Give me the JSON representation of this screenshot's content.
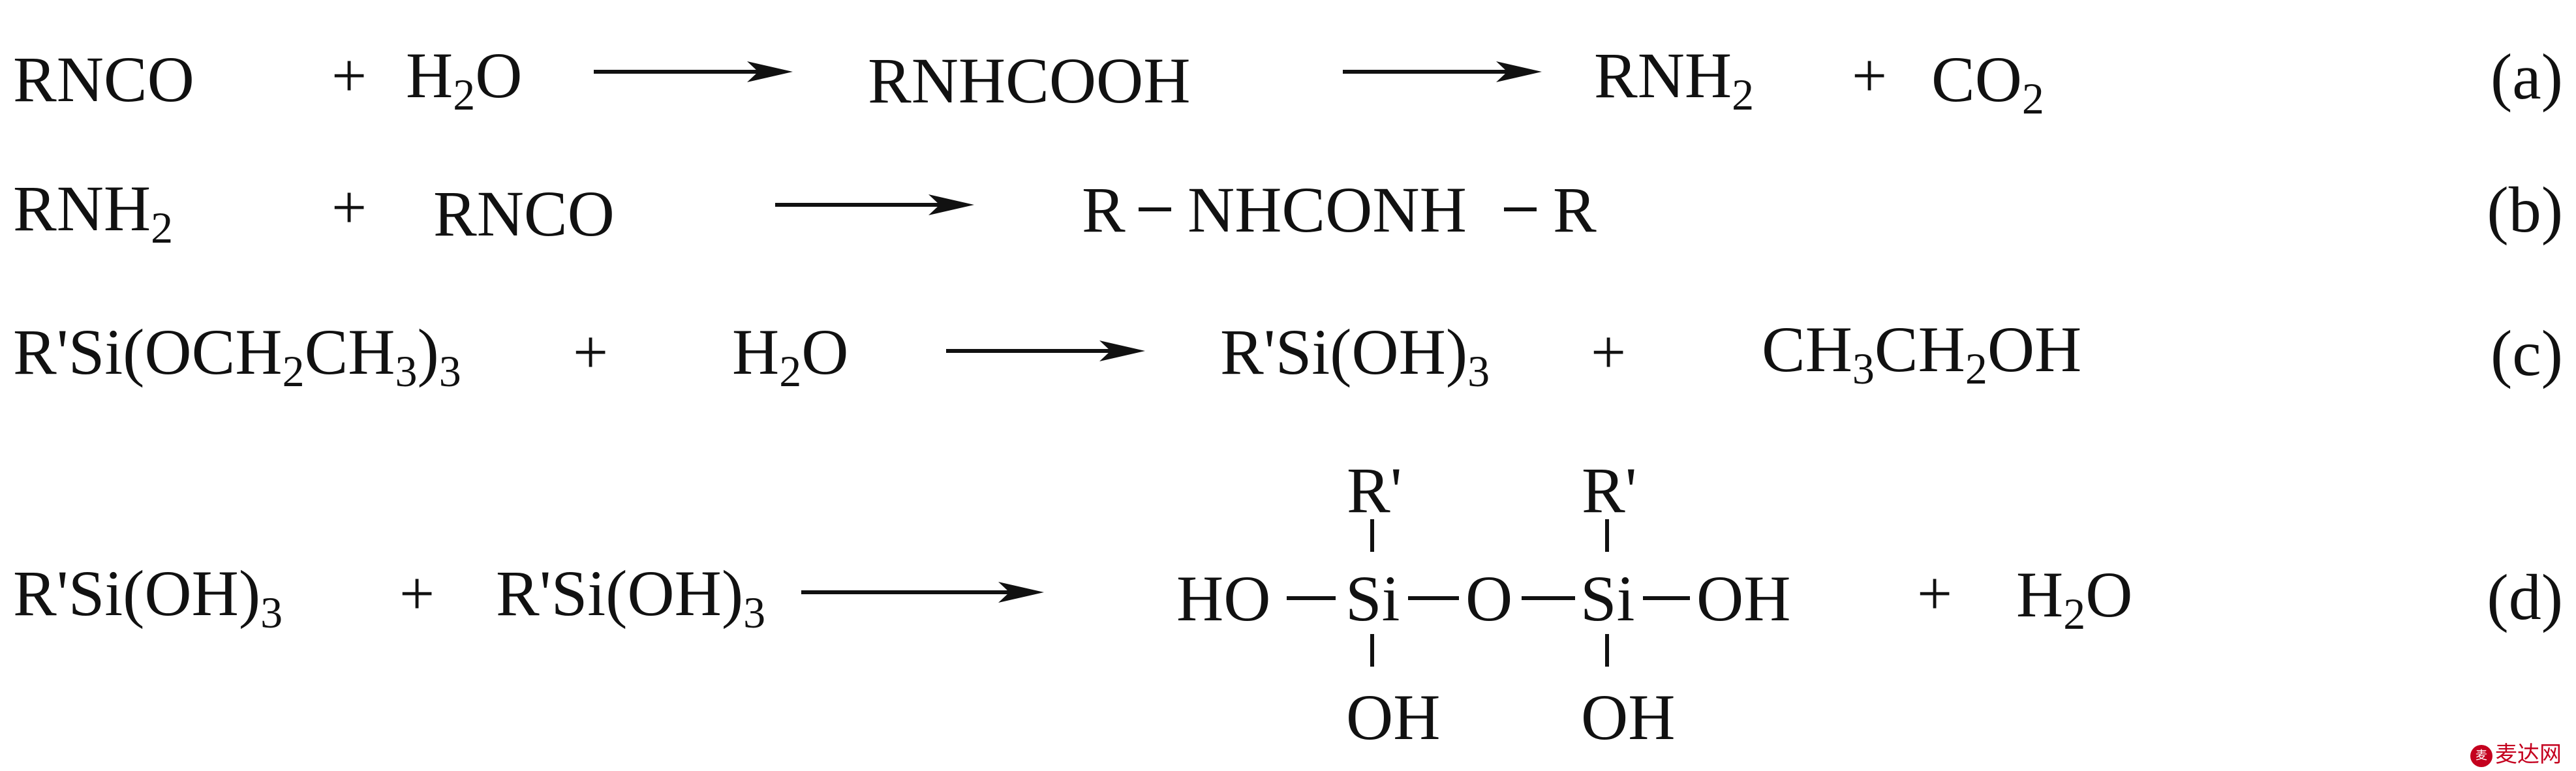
{
  "reactions": {
    "a": {
      "label": "(a)",
      "reactant1": "RNCO",
      "plus1": "+",
      "reactant2_main": "H",
      "reactant2_sub": "2",
      "reactant2_tail": "O",
      "intermediate": "RNHCOOH",
      "product1_main": "RNH",
      "product1_sub": "2",
      "plus2": "+",
      "product2_main": "CO",
      "product2_sub": "2"
    },
    "b": {
      "label": "(b)",
      "reactant1_main": "RNH",
      "reactant1_sub": "2",
      "plus1": "+",
      "reactant2": "RNCO",
      "product_left": "R",
      "product_mid": "NHCONH",
      "product_right": "R"
    },
    "c": {
      "label": "(c)",
      "reactant1_a": "R'Si(OCH",
      "reactant1_s1": "2",
      "reactant1_b": "CH",
      "reactant1_s2": "3",
      "reactant1_c": ")",
      "reactant1_s3": "3",
      "plus1": "+",
      "reactant2_main": "H",
      "reactant2_sub": "2",
      "reactant2_tail": "O",
      "product1_main": "R'Si(OH)",
      "product1_sub": "3",
      "plus2": "+",
      "product2_a": "CH",
      "product2_s1": "3",
      "product2_b": "CH",
      "product2_s2": "2",
      "product2_c": "OH"
    },
    "d": {
      "label": "(d)",
      "reactant1_main": "R'Si(OH)",
      "reactant1_sub": "3",
      "plus1": "+",
      "reactant2_main": "R'Si(OH)",
      "reactant2_sub": "3",
      "structure": {
        "left_group": "HO",
        "si_left": "Si",
        "bridge": "O",
        "si_right": "Si",
        "right_group": "OH",
        "top_left": "R'",
        "top_right": "R'",
        "bottom_left": "OH",
        "bottom_right": "OH"
      },
      "plus2": "+",
      "product2_main": "H",
      "product2_sub": "2",
      "product2_tail": "O"
    }
  },
  "watermark": {
    "text": "麦达网",
    "badge": "麦"
  },
  "colors": {
    "ink": "#111111",
    "watermark": "#c4001e"
  },
  "icons": {
    "arrow": "right-arrow-icon"
  }
}
